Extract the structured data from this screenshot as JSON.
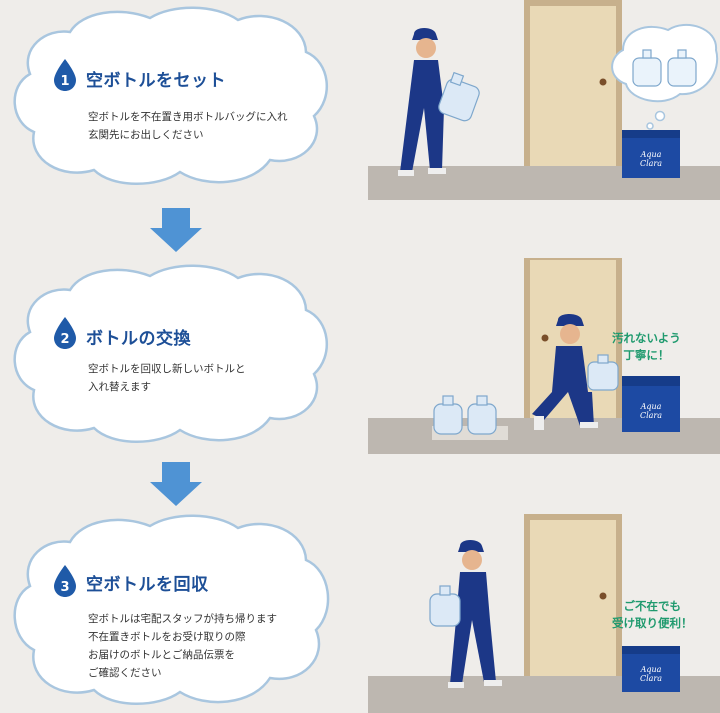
{
  "steps": [
    {
      "number": "1",
      "title": "空ボトルをセット",
      "desc_lines": [
        "空ボトルを不在置き用ボトルバッグに入れ",
        "玄関先にお出しください"
      ]
    },
    {
      "number": "2",
      "title": "ボトルの交換",
      "desc_lines": [
        "空ボトルを回収し新しいボトルと",
        "入れ替えます"
      ],
      "note_lines": [
        "汚れないよう",
        "丁寧に！"
      ]
    },
    {
      "number": "3",
      "title": "空ボトルを回収",
      "desc_lines": [
        "空ボトルは宅配スタッフが持ち帰ります",
        "不在置きボトルをお受け取りの際",
        "お届けのボトルとご納品伝票を",
        "ご確認ください"
      ],
      "note_lines": [
        "ご不在でも",
        "受け取り便利！"
      ]
    }
  ],
  "box_brand": [
    "Aqua",
    "Clara"
  ],
  "colors": {
    "background": "#efedea",
    "cloud_stroke": "#a9c6df",
    "title": "#1d4f97",
    "drop": "#1f5aa8",
    "arrow": "#4f93d4",
    "note": "#1f9a6e",
    "uniform": "#1c3787",
    "door": "#e9d9b6",
    "floor": "#bdb7b0",
    "box": "#1d4aa3"
  }
}
